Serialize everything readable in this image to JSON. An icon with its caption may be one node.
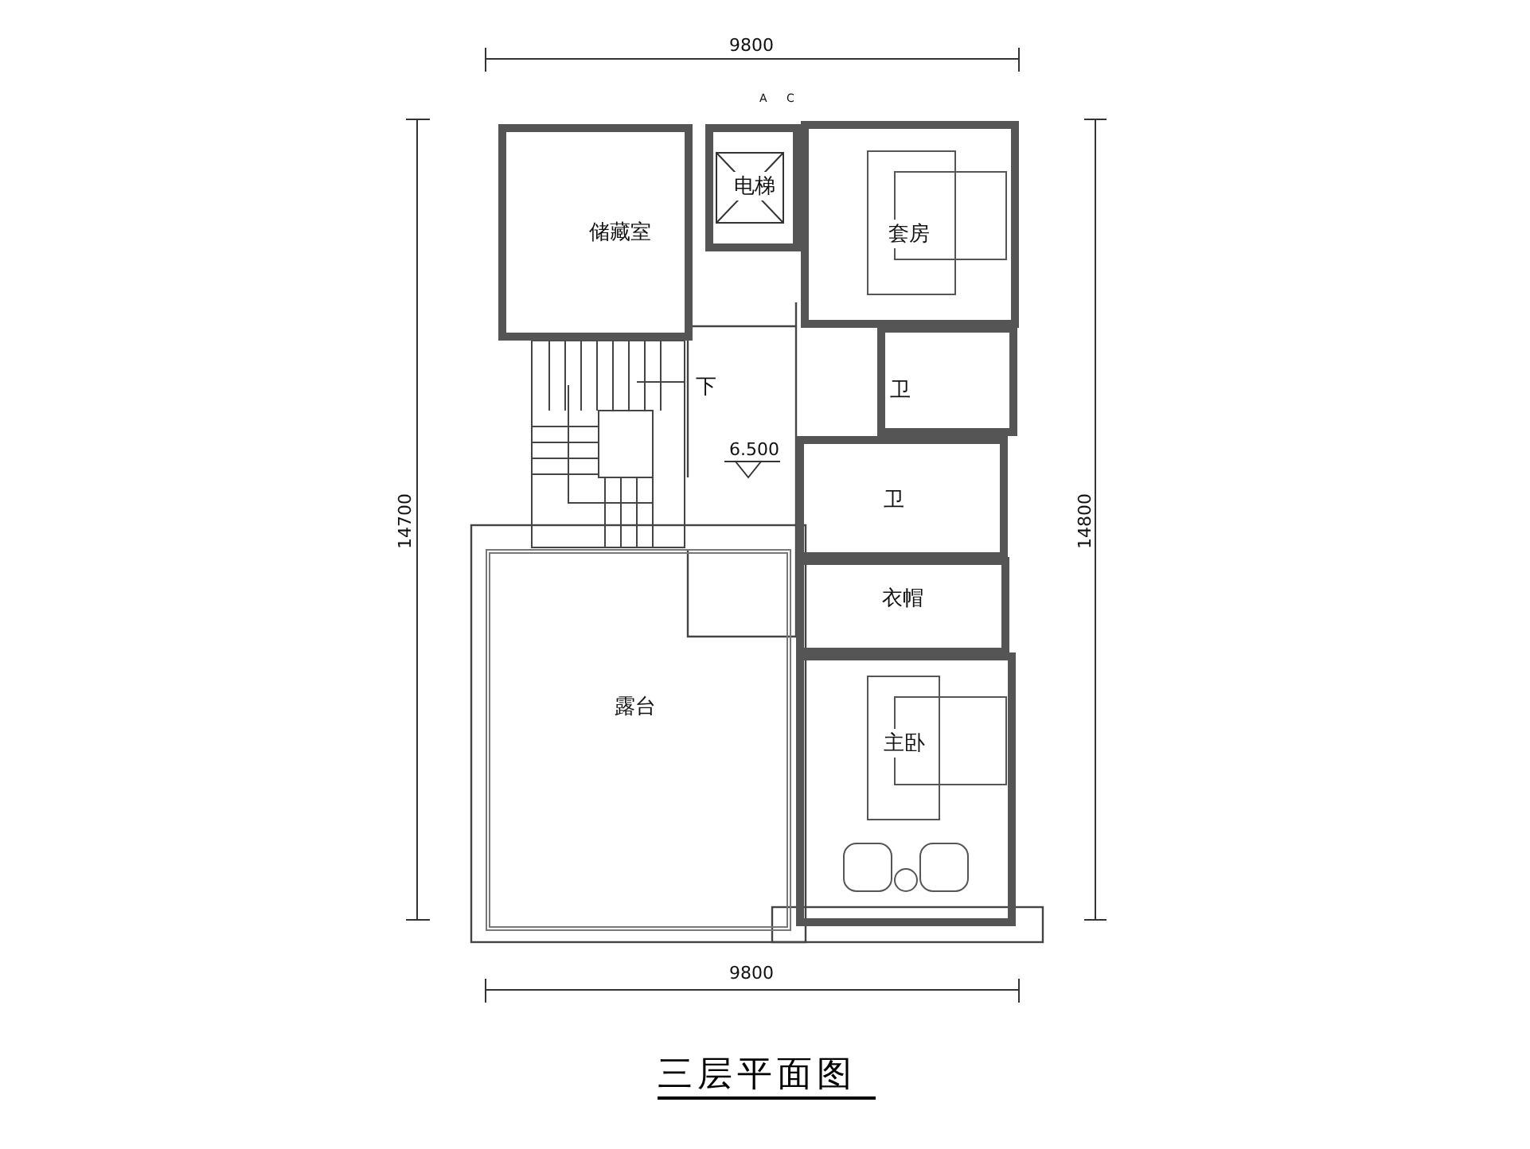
{
  "diagram": {
    "title": "三层平面图",
    "nodes": [
      {
        "text": [
          "储藏室"
        ]
      },
      {
        "text": [
          "电梯"
        ]
      },
      {
        "text": [
          "套房"
        ]
      },
      {
        "text": [
          "卫"
        ]
      },
      {
        "text": [
          "卫"
        ]
      },
      {
        "text": [
          "衣帽"
        ]
      },
      {
        "text": [
          "露台"
        ]
      },
      {
        "text": [
          "主卧"
        ]
      }
    ],
    "edges": [],
    "labels": [
      "9800",
      "A",
      "C",
      "14700",
      "14800",
      "下",
      "6.500",
      "9800"
    ]
  }
}
